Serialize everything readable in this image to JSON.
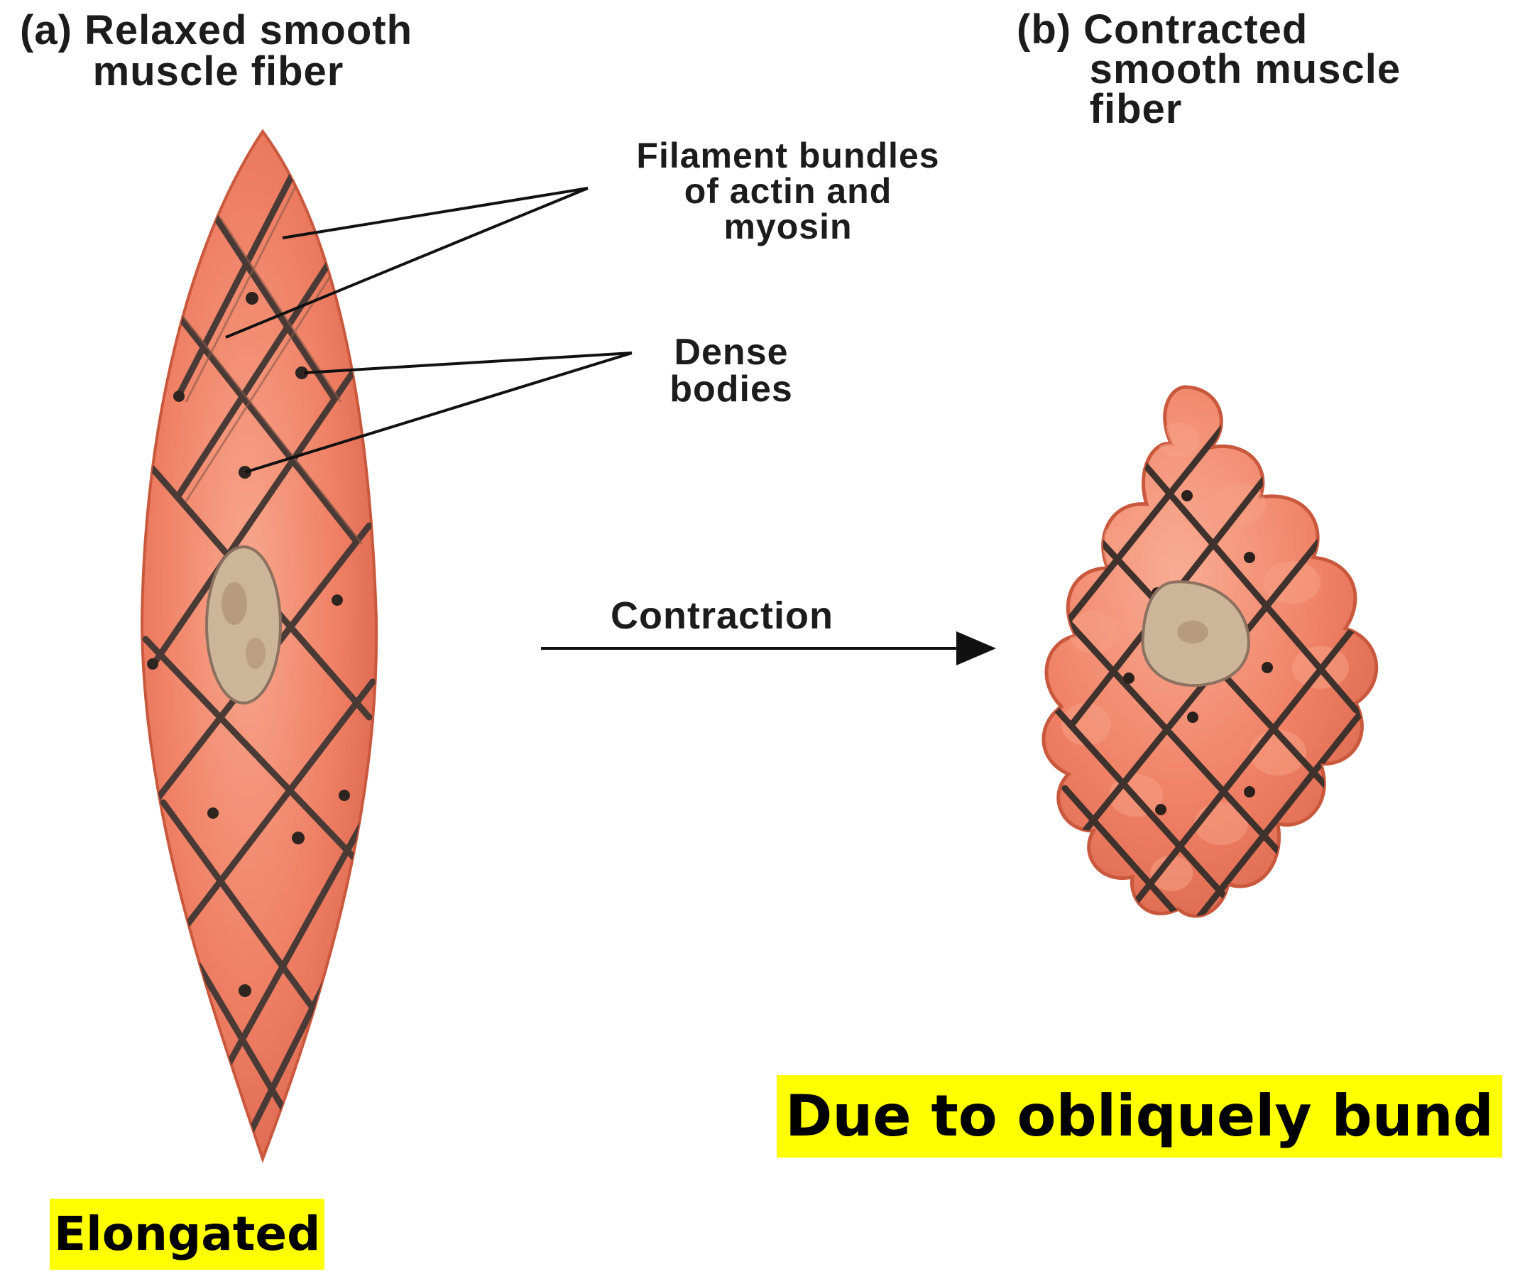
{
  "diagram": {
    "label_a": "(a) Relaxed smooth\n      muscle fiber",
    "label_b": "(b) Contracted\n      smooth muscle\n      fiber",
    "label_filament": "Filament bundles\nof actin and\nmyosin",
    "label_dense": "Dense\nbodies",
    "label_contraction": "Contraction",
    "note_oblique": "Due to obliquely bund",
    "note_elongated": "Elongated"
  },
  "colors": {
    "fiber_fill": "#ef7f64",
    "fiber_highlight": "#f7a58a",
    "fiber_edge": "#c9583d",
    "filament": "#4a3a35",
    "nucleus": "#cdb59a",
    "highlight_box": "#ffff00"
  }
}
